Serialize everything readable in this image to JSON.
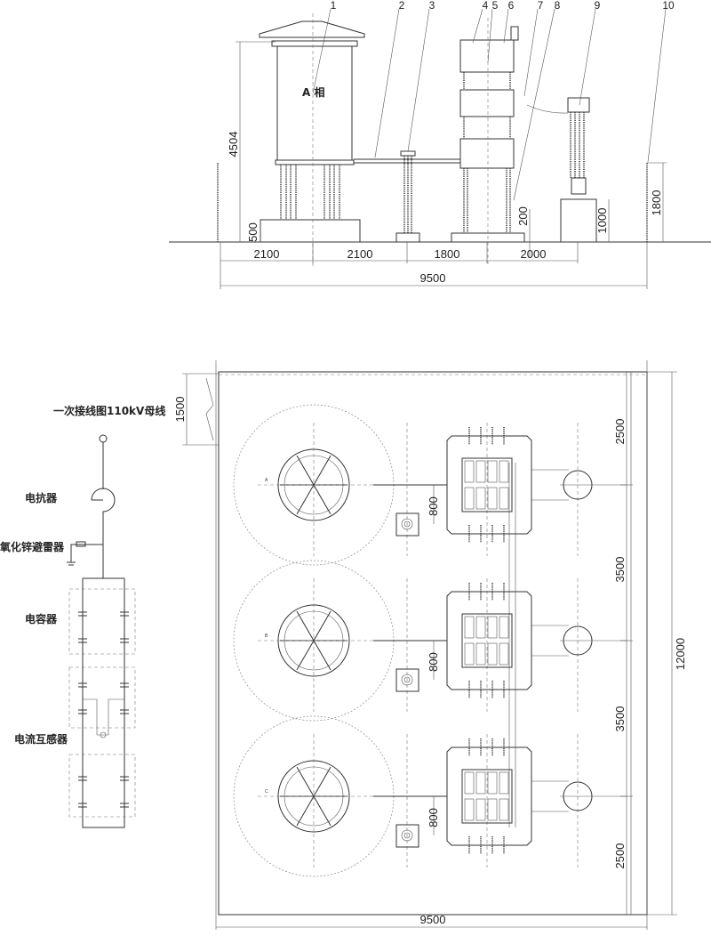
{
  "elevation": {
    "callouts": [
      "1",
      "2",
      "3",
      "4",
      "5",
      "6",
      "7",
      "8",
      "9",
      "10"
    ],
    "phase_label": "A 相",
    "dims": {
      "height_reactor": "4504",
      "base_reactor": "500",
      "cap_clearance": "200",
      "ct_base": "1000",
      "fence_height": "1800",
      "spacing": [
        "2100",
        "2100",
        "1800",
        "2000"
      ],
      "total_width": "9500"
    }
  },
  "single_line": {
    "title": "一次接线图110kV母线",
    "labels": {
      "reactor": "电抗器",
      "arrester": "氧化锌避雷器",
      "capacitor": "电容器",
      "ct": "电流互感器"
    }
  },
  "plan": {
    "dims": {
      "left_offset": "1500",
      "rows": [
        "2500",
        "3500",
        "3500",
        "2500"
      ],
      "total_depth": "12000",
      "pad_offset": "800",
      "total_width": "9500"
    },
    "units": [
      "A",
      "B",
      "C"
    ]
  },
  "colors": {
    "line": "#333333",
    "background": "#ffffff"
  }
}
